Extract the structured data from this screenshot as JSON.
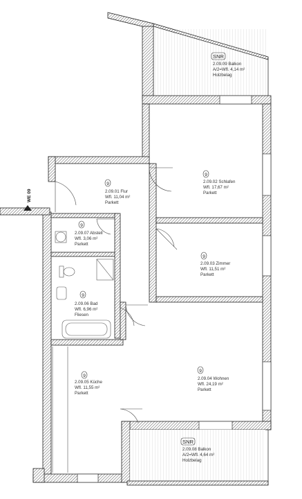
{
  "entrance": {
    "label": "WE 09"
  },
  "rooms": [
    {
      "id": "balkon-top",
      "badge": "SNR",
      "number": "2.09.09 Balkon",
      "area": "A/2=Wfl. 4,14 m²",
      "floor": "Holzbelag"
    },
    {
      "id": "schlafen",
      "badge": "9",
      "number": "2.09.02 Schlafen",
      "area": "Wfl. 17,67 m²",
      "floor": "Parkett"
    },
    {
      "id": "flur",
      "badge": "9",
      "number": "2.09.01 Flur",
      "area": "Wfl. 11,04 m²",
      "floor": "Parkett"
    },
    {
      "id": "abstell",
      "badge": "9",
      "number": "2.09.07 Abstell",
      "area": "Wfl. 3,06 m²",
      "floor": "Parkett"
    },
    {
      "id": "zimmer",
      "badge": "9",
      "number": "2.09.03 Zimmer",
      "area": "Wfl. 11,51 m²",
      "floor": "Parkett"
    },
    {
      "id": "bad",
      "badge": "9",
      "number": "2.09.06 Bad",
      "area": "Wfl. 6,96 m²",
      "floor": "Fliesen"
    },
    {
      "id": "kueche",
      "badge": "9",
      "number": "2.09.05 Küche",
      "area": "Wfl. 11,55 m²",
      "floor": "Parkett"
    },
    {
      "id": "wohnen",
      "badge": "9",
      "number": "2.09.04 Wohnen",
      "area": "Wfl. 24,19 m²",
      "floor": "Parkett"
    },
    {
      "id": "balkon-bottom",
      "badge": "SNR",
      "number": "2.09.08 Balkon",
      "area": "A/2=Wfl. 4,64 m²",
      "floor": "Holzbelag"
    }
  ]
}
